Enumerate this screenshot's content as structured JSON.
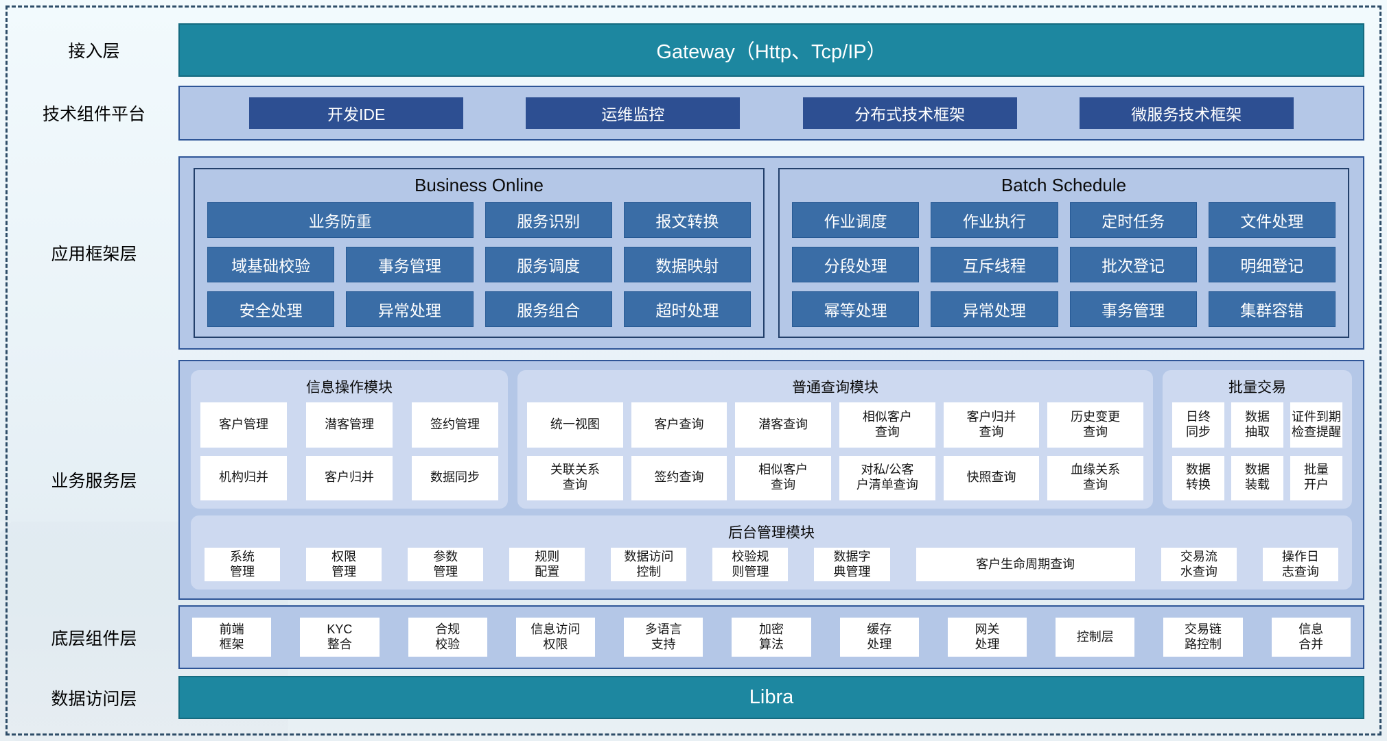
{
  "palette": {
    "teal": "#1d87a0",
    "dark-blue": "#2d4f92",
    "steel-blue": "#3a6da6",
    "panel-blue": "#b4c7e7",
    "panel-border": "#2e5597",
    "module-bg": "#cdd9f0",
    "subbox-border": "#23406b",
    "frame-dash": "#2e4d68"
  },
  "layers": [
    {
      "label": "接入层"
    },
    {
      "label": "技术组件平台"
    },
    {
      "label": "应用框架层"
    },
    {
      "label": "业务服务层"
    },
    {
      "label": "底层组件层"
    },
    {
      "label": "数据访问层"
    }
  ],
  "gateway": {
    "title": "Gateway（Http、Tcp/IP）"
  },
  "tech_platform": {
    "items": [
      "开发IDE",
      "运维监控",
      "分布式技术框架",
      "微服务技术框架"
    ]
  },
  "app_framework": {
    "business_online": {
      "title": "Business Online",
      "chips": [
        {
          "label": "业务防重",
          "wide": true
        },
        "服务识别",
        "报文转换",
        "域基础校验",
        "事务管理",
        "服务调度",
        "数据映射",
        "安全处理",
        "异常处理",
        "服务组合",
        "超时处理"
      ]
    },
    "batch_schedule": {
      "title": "Batch Schedule",
      "chips": [
        "作业调度",
        "作业执行",
        "定时任务",
        "文件处理",
        "分段处理",
        "互斥线程",
        "批次登记",
        "明细登记",
        "幂等处理",
        "异常处理",
        "事务管理",
        "集群容错"
      ]
    }
  },
  "business_service": {
    "info_ops": {
      "title": "信息操作模块",
      "chips": [
        "客户管理",
        "潜客管理",
        "签约管理",
        "机构归并",
        "客户归并",
        "数据同步"
      ]
    },
    "common_query": {
      "title": "普通查询模块",
      "chips": [
        "统一视图",
        "客户查询",
        "潜客查询",
        "相似客户\n查询",
        "客户归并\n查询",
        "历史变更\n查询",
        "关联关系\n查询",
        "签约查询",
        "相似客户\n查询",
        "对私/公客\n户清单查询",
        "快照查询",
        "血缘关系\n查询"
      ]
    },
    "batch_trade": {
      "title": "批量交易",
      "chips": [
        "日终\n同步",
        "数据\n抽取",
        "证件到期\n检查提醒",
        "数据\n转换",
        "数据\n装载",
        "批量\n开户"
      ]
    },
    "admin": {
      "title": "后台管理模块",
      "chips": [
        "系统\n管理",
        "权限\n管理",
        "参数\n管理",
        "规则\n配置",
        "数据访问\n控制",
        "校验规\n则管理",
        "数据字\n典管理",
        {
          "label": "客户生命周期查询",
          "wide": true
        },
        "交易流\n水查询",
        "操作日\n志查询"
      ]
    }
  },
  "base_components": {
    "chips": [
      "前端\n框架",
      "KYC\n整合",
      "合规\n校验",
      "信息访问\n权限",
      "多语言\n支持",
      "加密\n算法",
      "缓存\n处理",
      "网关\n处理",
      "控制层",
      "交易链\n路控制",
      "信息\n合并"
    ]
  },
  "data_access": {
    "title": "Libra"
  }
}
